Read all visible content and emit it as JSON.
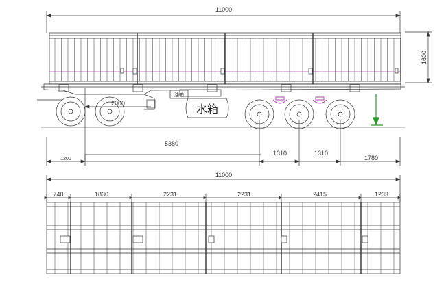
{
  "side_view": {
    "overall_length": "11000",
    "height": "1600",
    "dim_a": "2000",
    "dim_b": "5380",
    "front_overhang": "1200",
    "axle_spacing_1": "1310",
    "axle_spacing_2": "1310",
    "rear_overhang": "1780",
    "tank_label": "水箱",
    "fuel_tank_label": "油箱"
  },
  "plan_view": {
    "overall_length": "11000",
    "segments": [
      "740",
      "1830",
      "2231",
      "2231",
      "2415",
      "1233"
    ]
  },
  "colors": {
    "line": "#333333",
    "accent": "#b04ab0",
    "green": "#2a9a2a"
  }
}
